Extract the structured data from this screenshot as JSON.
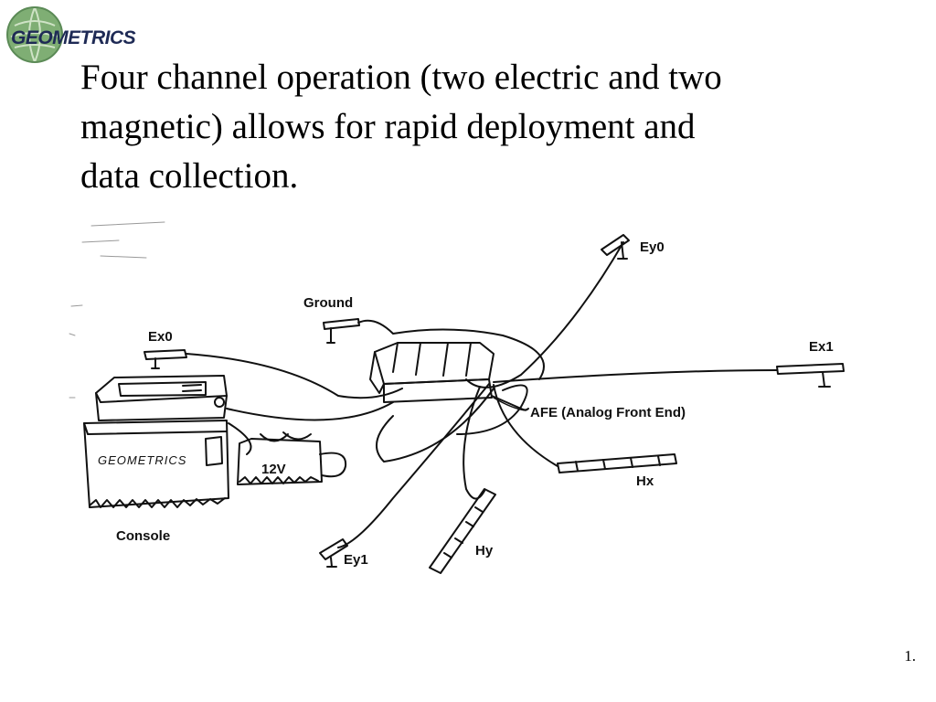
{
  "logo": {
    "text": "GEOMETRICS"
  },
  "heading": {
    "lines": [
      "Four channel operation (two electric and two",
      "magnetic) allows for rapid deployment and",
      "data collection."
    ]
  },
  "diagram": {
    "labels": {
      "ey0": "Ey0",
      "ground": "Ground",
      "ex0": "Ex0",
      "ex1": "Ex1",
      "afe": "AFE (Analog Front End)",
      "console_case": "GEOMETRICS",
      "battery": "12V",
      "console": "Console",
      "hx": "Hx",
      "hy": "Hy",
      "ey1": "Ey1"
    }
  },
  "footer": {
    "page_number": "1."
  }
}
